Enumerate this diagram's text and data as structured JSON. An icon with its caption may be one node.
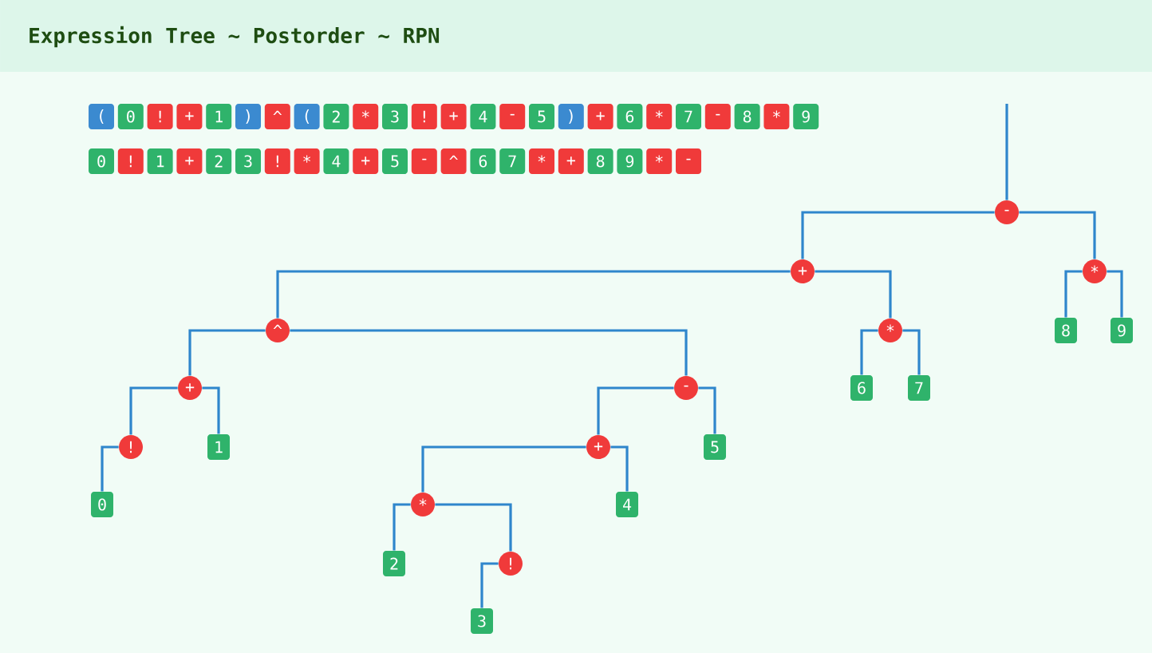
{
  "diagram": {
    "title": "Expression Tree  ~  Postorder  ~  RPN",
    "nodes": [
      {
        "text": [
          "-"
        ]
      },
      {
        "text": [
          "+"
        ]
      },
      {
        "text": [
          "*"
        ]
      },
      {
        "text": [
          "^"
        ]
      },
      {
        "text": [
          "*"
        ]
      },
      {
        "text": [
          "8"
        ]
      },
      {
        "text": [
          "9"
        ]
      },
      {
        "text": [
          "+"
        ]
      },
      {
        "text": [
          "-"
        ]
      },
      {
        "text": [
          "6"
        ]
      },
      {
        "text": [
          "7"
        ]
      },
      {
        "text": [
          "!"
        ]
      },
      {
        "text": [
          "1"
        ]
      },
      {
        "text": [
          "+"
        ]
      },
      {
        "text": [
          "5"
        ]
      },
      {
        "text": [
          "0"
        ]
      },
      {
        "text": [
          "*"
        ]
      },
      {
        "text": [
          "4"
        ]
      },
      {
        "text": [
          "2"
        ]
      },
      {
        "text": [
          "!"
        ]
      },
      {
        "text": [
          "3"
        ]
      },
      {
        "text": [
          "("
        ]
      },
      {
        "text": [
          "0"
        ]
      },
      {
        "text": [
          "!"
        ]
      },
      {
        "text": [
          "+"
        ]
      },
      {
        "text": [
          "1"
        ]
      },
      {
        "text": [
          ")"
        ]
      },
      {
        "text": [
          "^"
        ]
      },
      {
        "text": [
          "("
        ]
      },
      {
        "text": [
          "2"
        ]
      },
      {
        "text": [
          "*"
        ]
      },
      {
        "text": [
          "3"
        ]
      },
      {
        "text": [
          "!"
        ]
      },
      {
        "text": [
          "+"
        ]
      },
      {
        "text": [
          "4"
        ]
      },
      {
        "text": [
          "-"
        ]
      },
      {
        "text": [
          "5"
        ]
      },
      {
        "text": [
          ")"
        ]
      },
      {
        "text": [
          "+"
        ]
      },
      {
        "text": [
          "6"
        ]
      },
      {
        "text": [
          "*"
        ]
      },
      {
        "text": [
          "7"
        ]
      },
      {
        "text": [
          "-"
        ]
      },
      {
        "text": [
          "8"
        ]
      },
      {
        "text": [
          "*"
        ]
      },
      {
        "text": [
          "9"
        ]
      },
      {
        "text": [
          "0"
        ]
      },
      {
        "text": [
          "!"
        ]
      },
      {
        "text": [
          "1"
        ]
      },
      {
        "text": [
          "+"
        ]
      },
      {
        "text": [
          "2"
        ]
      },
      {
        "text": [
          "3"
        ]
      },
      {
        "text": [
          "!"
        ]
      },
      {
        "text": [
          "*"
        ]
      },
      {
        "text": [
          "4"
        ]
      },
      {
        "text": [
          "+"
        ]
      },
      {
        "text": [
          "5"
        ]
      },
      {
        "text": [
          "-"
        ]
      },
      {
        "text": [
          "^"
        ]
      },
      {
        "text": [
          "6"
        ]
      },
      {
        "text": [
          "7"
        ]
      },
      {
        "text": [
          "*"
        ]
      },
      {
        "text": [
          "+"
        ]
      },
      {
        "text": [
          "8"
        ]
      },
      {
        "text": [
          "9"
        ]
      },
      {
        "text": [
          "*"
        ]
      },
      {
        "text": [
          "-"
        ]
      }
    ],
    "edges": [
      {
        "from": null,
        "to": 0,
        "arrow": "none"
      },
      {
        "from": 0,
        "to": 1,
        "arrow": "none"
      },
      {
        "from": 0,
        "to": 2,
        "arrow": "none"
      },
      {
        "from": 1,
        "to": 3,
        "arrow": "none"
      },
      {
        "from": 1,
        "to": 4,
        "arrow": "none"
      },
      {
        "from": 2,
        "to": 5,
        "arrow": "none"
      },
      {
        "from": 2,
        "to": 6,
        "arrow": "none"
      },
      {
        "from": 3,
        "to": 7,
        "arrow": "none"
      },
      {
        "from": 3,
        "to": 8,
        "arrow": "none"
      },
      {
        "from": 4,
        "to": 9,
        "arrow": "none"
      },
      {
        "from": 4,
        "to": 10,
        "arrow": "none"
      },
      {
        "from": 7,
        "to": 11,
        "arrow": "none"
      },
      {
        "from": 7,
        "to": 12,
        "arrow": "none"
      },
      {
        "from": 8,
        "to": 13,
        "arrow": "none"
      },
      {
        "from": 8,
        "to": 14,
        "arrow": "none"
      },
      {
        "from": 11,
        "to": 15,
        "arrow": "none"
      },
      {
        "from": 13,
        "to": 16,
        "arrow": "none"
      },
      {
        "from": 13,
        "to": 17,
        "arrow": "none"
      },
      {
        "from": 16,
        "to": 18,
        "arrow": "none"
      },
      {
        "from": 16,
        "to": 19,
        "arrow": "none"
      },
      {
        "from": 19,
        "to": 20,
        "arrow": "none"
      }
    ]
  }
}
